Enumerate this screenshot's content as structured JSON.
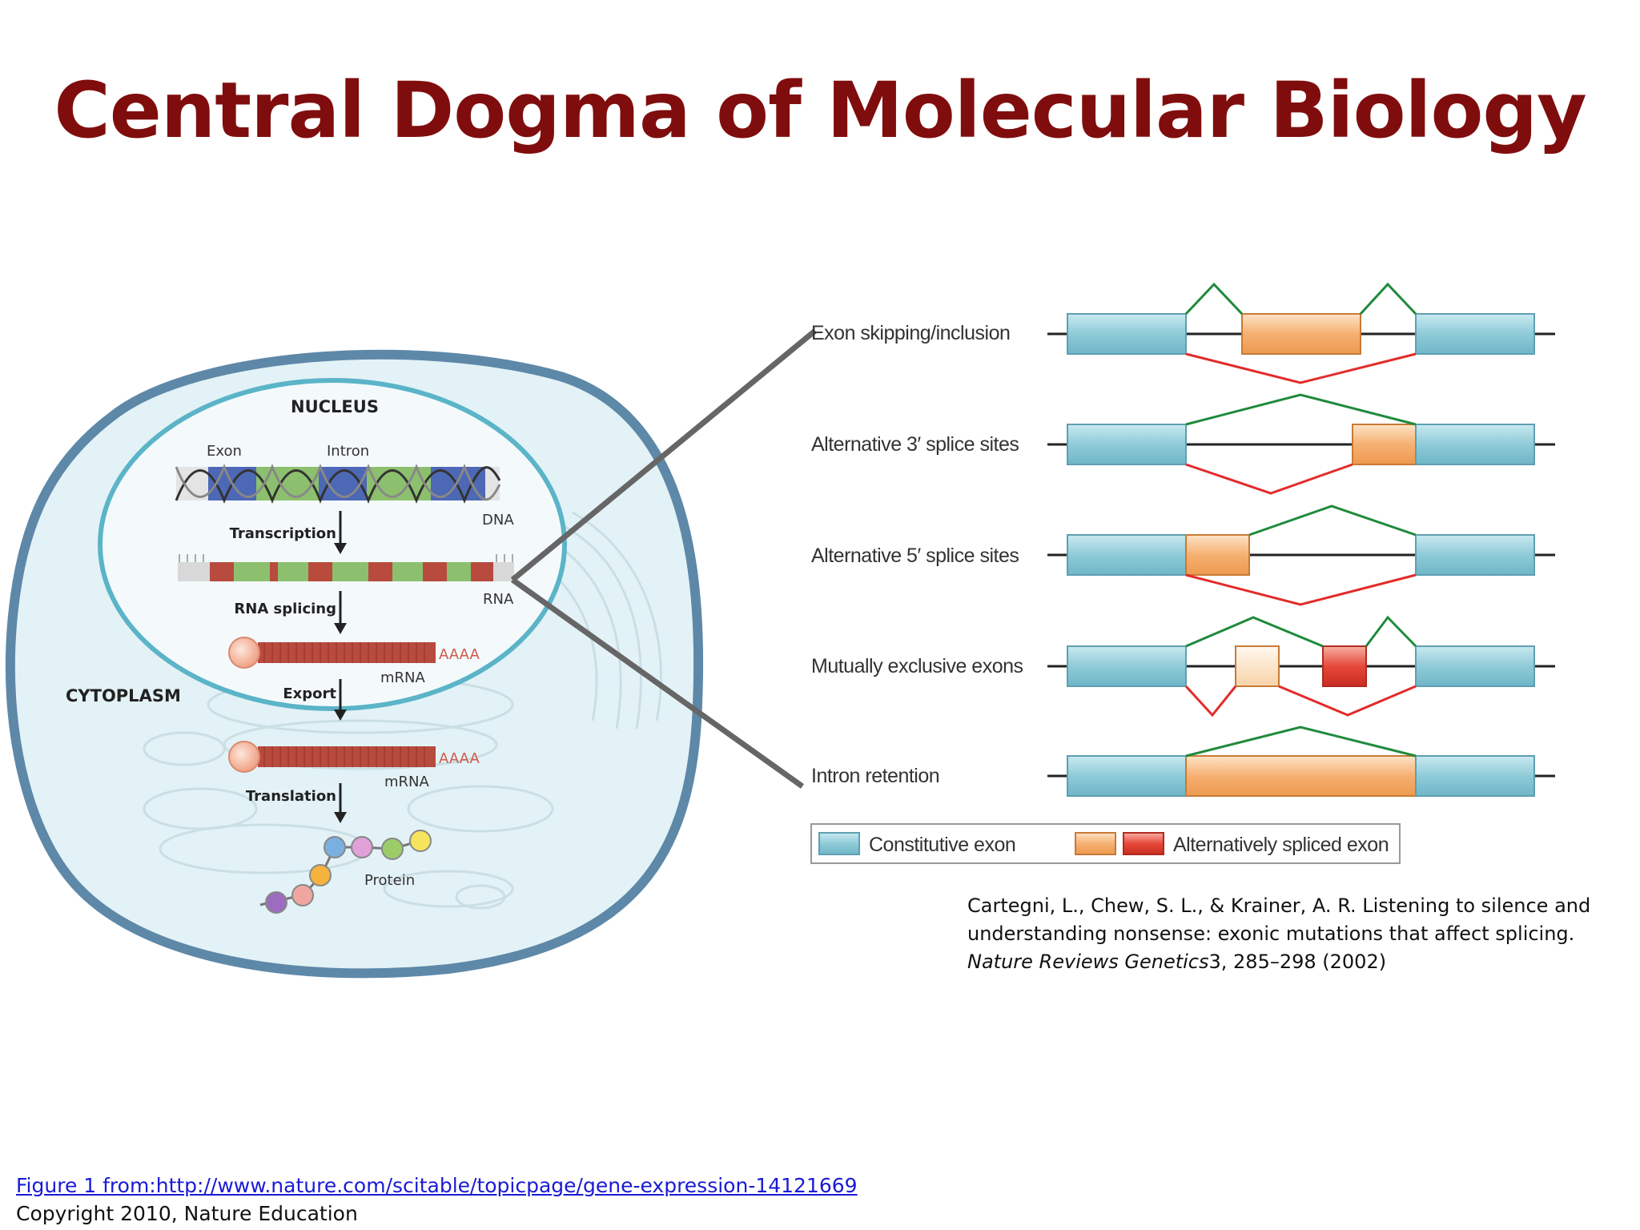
{
  "slide": {
    "title": "Central Dogma of Molecular Biology"
  },
  "cell": {
    "nucleus_label": "NUCLEUS",
    "cytoplasm_label": "CYTOPLASM",
    "exon_label": "Exon",
    "intron_label": "Intron",
    "dna_label": "DNA",
    "rna_label": "RNA",
    "mrna_label_1": "mRNA",
    "mrna_label_2": "mRNA",
    "polya_1": "AAAA",
    "polya_2": "AAAA",
    "protein_label": "Protein",
    "steps": [
      "Transcription",
      "RNA splicing",
      "Export",
      "Translation"
    ]
  },
  "splicing": {
    "rows": [
      "Exon skipping/inclusion",
      "Alternative 3′ splice sites",
      "Alternative 5′ splice sites",
      "Mutually exclusive exons",
      "Intron retention"
    ],
    "legend": {
      "constitutive": "Constitutive exon",
      "alternative": "Alternatively spliced exon"
    }
  },
  "colors": {
    "title": "#800d0d",
    "constitutive_exon": "#8fcbd8",
    "alternative_exon": "#f5b072",
    "alternative_exon_red": "#e6483a",
    "inclusion_path": "#1f8a3c",
    "skipping_path": "#e32b2b",
    "connector": "#666666"
  },
  "citation": {
    "text": " Cartegni, L., Chew, S. L., & Krainer, A. R. Listening to silence and understanding nonsense: exonic mutations that affect splicing. ",
    "journal": "Nature Reviews Genetics",
    "rest": "3, 285–298 (2002)"
  },
  "footer": {
    "link_text": "Figure 1 from:http://www.nature.com/scitable/topicpage/gene-expression-14121669",
    "copyright": "Copyright 2010, Nature Education"
  }
}
